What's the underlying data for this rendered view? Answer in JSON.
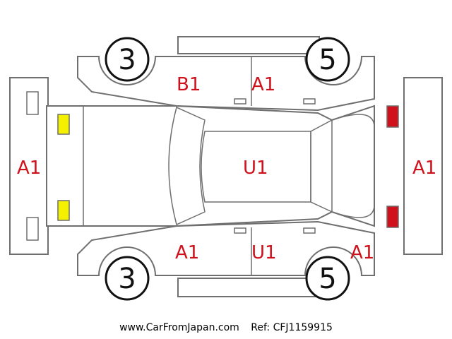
{
  "colors": {
    "mark_text": "#d0101a",
    "outline": "#6f6f6f",
    "front_lamps": "#f5ef00",
    "rear_lamps": "#d0101a"
  },
  "marks": {
    "front_bumper": "A1",
    "rear_bumper": "A1",
    "left_front_door": "B1",
    "left_rear_door": "A1",
    "roof": "U1",
    "right_front_door": "A1",
    "right_rear_door": "U1",
    "right_rear_quarter": "A1"
  },
  "wheels": {
    "top_front": "3",
    "top_rear": "5",
    "bottom_front": "3",
    "bottom_rear": "5"
  },
  "footer": {
    "site": "www.CarFromJapan.com",
    "ref": "Ref: CFJ1159915"
  }
}
